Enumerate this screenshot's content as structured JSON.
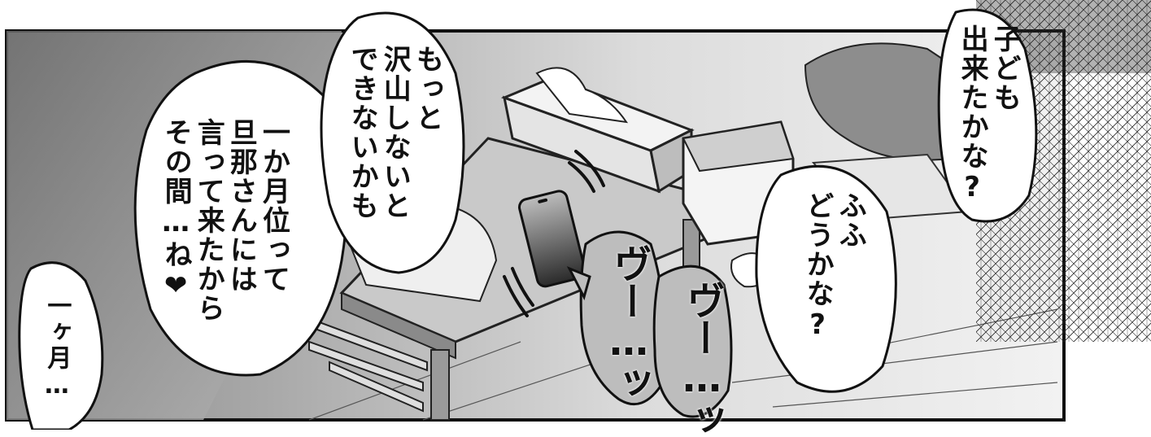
{
  "speech_bubbles": {
    "far_left": "一ヶ月…",
    "left": "一か月位って\n旦那さんには\n言って来たから\nその間…ね❤",
    "center": "もっと\n沢山しないと\nできないかも",
    "right_middle": "ふふ\nどうかな?",
    "right_top": "子ども\n出来たかな?"
  },
  "sound_effects": {
    "vibration_1": "ヴー…ッ",
    "vibration_2": "ヴー…ッ"
  }
}
